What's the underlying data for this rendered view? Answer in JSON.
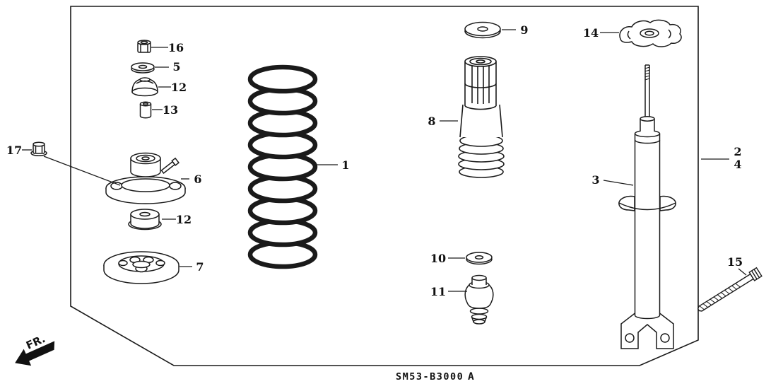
{
  "diagram": {
    "code": "SM53-B3000",
    "code_suffix": "A",
    "direction_label": "FR.",
    "callouts": {
      "c1": "1",
      "c2": "2",
      "c3": "3",
      "c4": "4",
      "c5": "5",
      "c6": "6",
      "c7": "7",
      "c8": "8",
      "c9": "9",
      "c10": "10",
      "c11": "11",
      "c12a": "12",
      "c12b": "12",
      "c13": "13",
      "c14": "14",
      "c15": "15",
      "c16": "16",
      "c17": "17"
    },
    "colors": {
      "line": "#1a1a1a",
      "background": "#ffffff"
    }
  }
}
